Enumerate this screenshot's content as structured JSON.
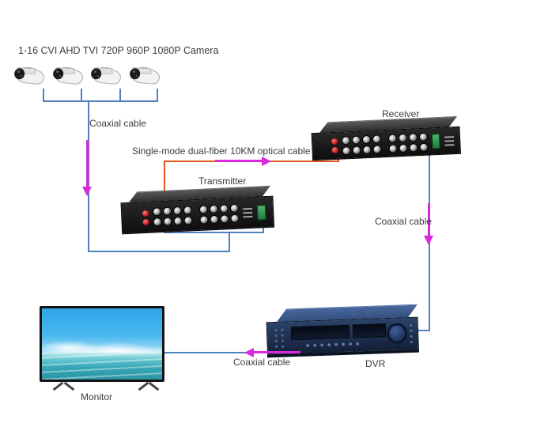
{
  "diagram_title": "1-16 CVI AHD TVI 720P 960P 1080P Camera",
  "nodes": {
    "cameras": {
      "count": 4,
      "kind": "bullet-camera"
    },
    "transmitter": {
      "label": "Transmitter",
      "channels": 16,
      "fiber_ports": 2
    },
    "receiver": {
      "label": "Receiver",
      "channels": 16,
      "fiber_ports": 2
    },
    "dvr": {
      "label": "DVR"
    },
    "monitor": {
      "label": "Monitor"
    }
  },
  "cables": {
    "camera_to_transmitter": "Coaxial cable",
    "transmitter_to_receiver": "Single-mode dual-fiber 10KM optical cable",
    "receiver_to_dvr": "Coaxial cable",
    "dvr_to_monitor": "Coaxial cable"
  },
  "icons": {
    "flow_arrows": [
      "arrow-down-icon",
      "arrow-right-icon",
      "arrow-down-icon",
      "arrow-left-icon"
    ]
  },
  "colors": {
    "coaxial_line": "#4f81bd",
    "optical_line": "#e2571d",
    "arrow": "#d928dd",
    "rack_body": "#1d1d1d",
    "dvr_body": "#24385c",
    "background": "#ffffff"
  }
}
